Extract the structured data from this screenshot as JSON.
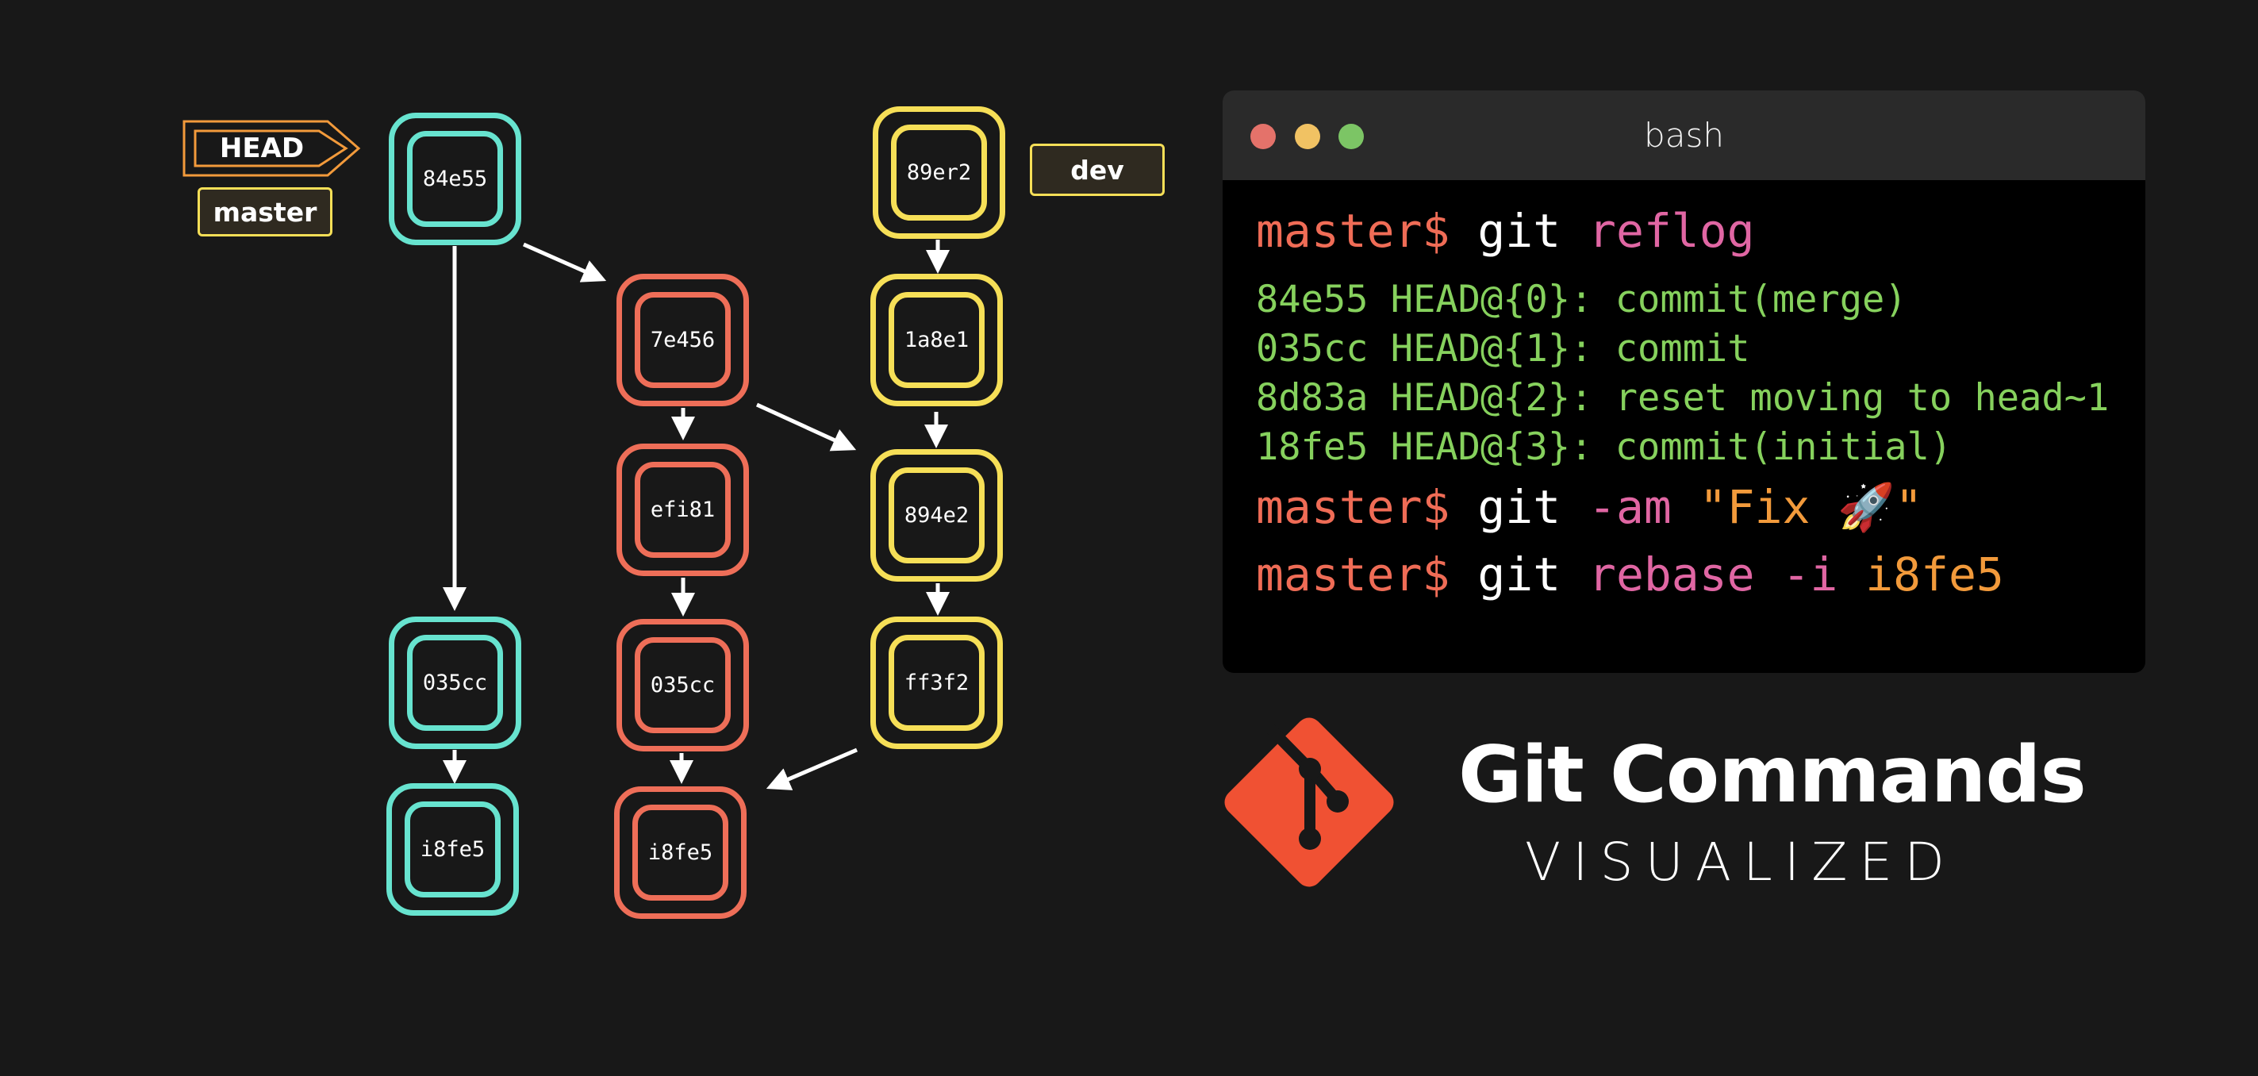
{
  "graph": {
    "head_label": "HEAD",
    "branches": {
      "master": "master",
      "dev": "dev"
    },
    "colors": {
      "master_lane": "#67e3cf",
      "rebased_lane": "#ee6e58",
      "dev_lane": "#f6df57",
      "head": "#f29a3b"
    },
    "lanes": {
      "teal": [
        "84e55",
        "035cc",
        "i8fe5"
      ],
      "red": [
        "7e456",
        "efi81",
        "035cc",
        "i8fe5"
      ],
      "yellow": [
        "89er2",
        "1a8e1",
        "894e2",
        "ff3f2"
      ]
    }
  },
  "terminal": {
    "title": "bash",
    "prompt": "master$",
    "lines": [
      {
        "type": "cmd",
        "git": "git",
        "sub": "reflog",
        "arg": ""
      },
      {
        "type": "out",
        "text": "84e55 HEAD@{0}: commit(merge)"
      },
      {
        "type": "out",
        "text": "035cc HEAD@{1}: commit"
      },
      {
        "type": "out",
        "text": "8d83a HEAD@{2}: reset moving to head~1"
      },
      {
        "type": "out",
        "text": "18fe5 HEAD@{3}: commit(initial)"
      },
      {
        "type": "cmd",
        "git": "git",
        "sub": "-am",
        "arg": "\"Fix 🚀\""
      },
      {
        "type": "cmd",
        "git": "git",
        "sub": "rebase -i",
        "arg": "i8fe5"
      }
    ]
  },
  "brand": {
    "title": "Git Commands",
    "subtitle": "VISUALIZED",
    "logo_color": "#f05133"
  }
}
